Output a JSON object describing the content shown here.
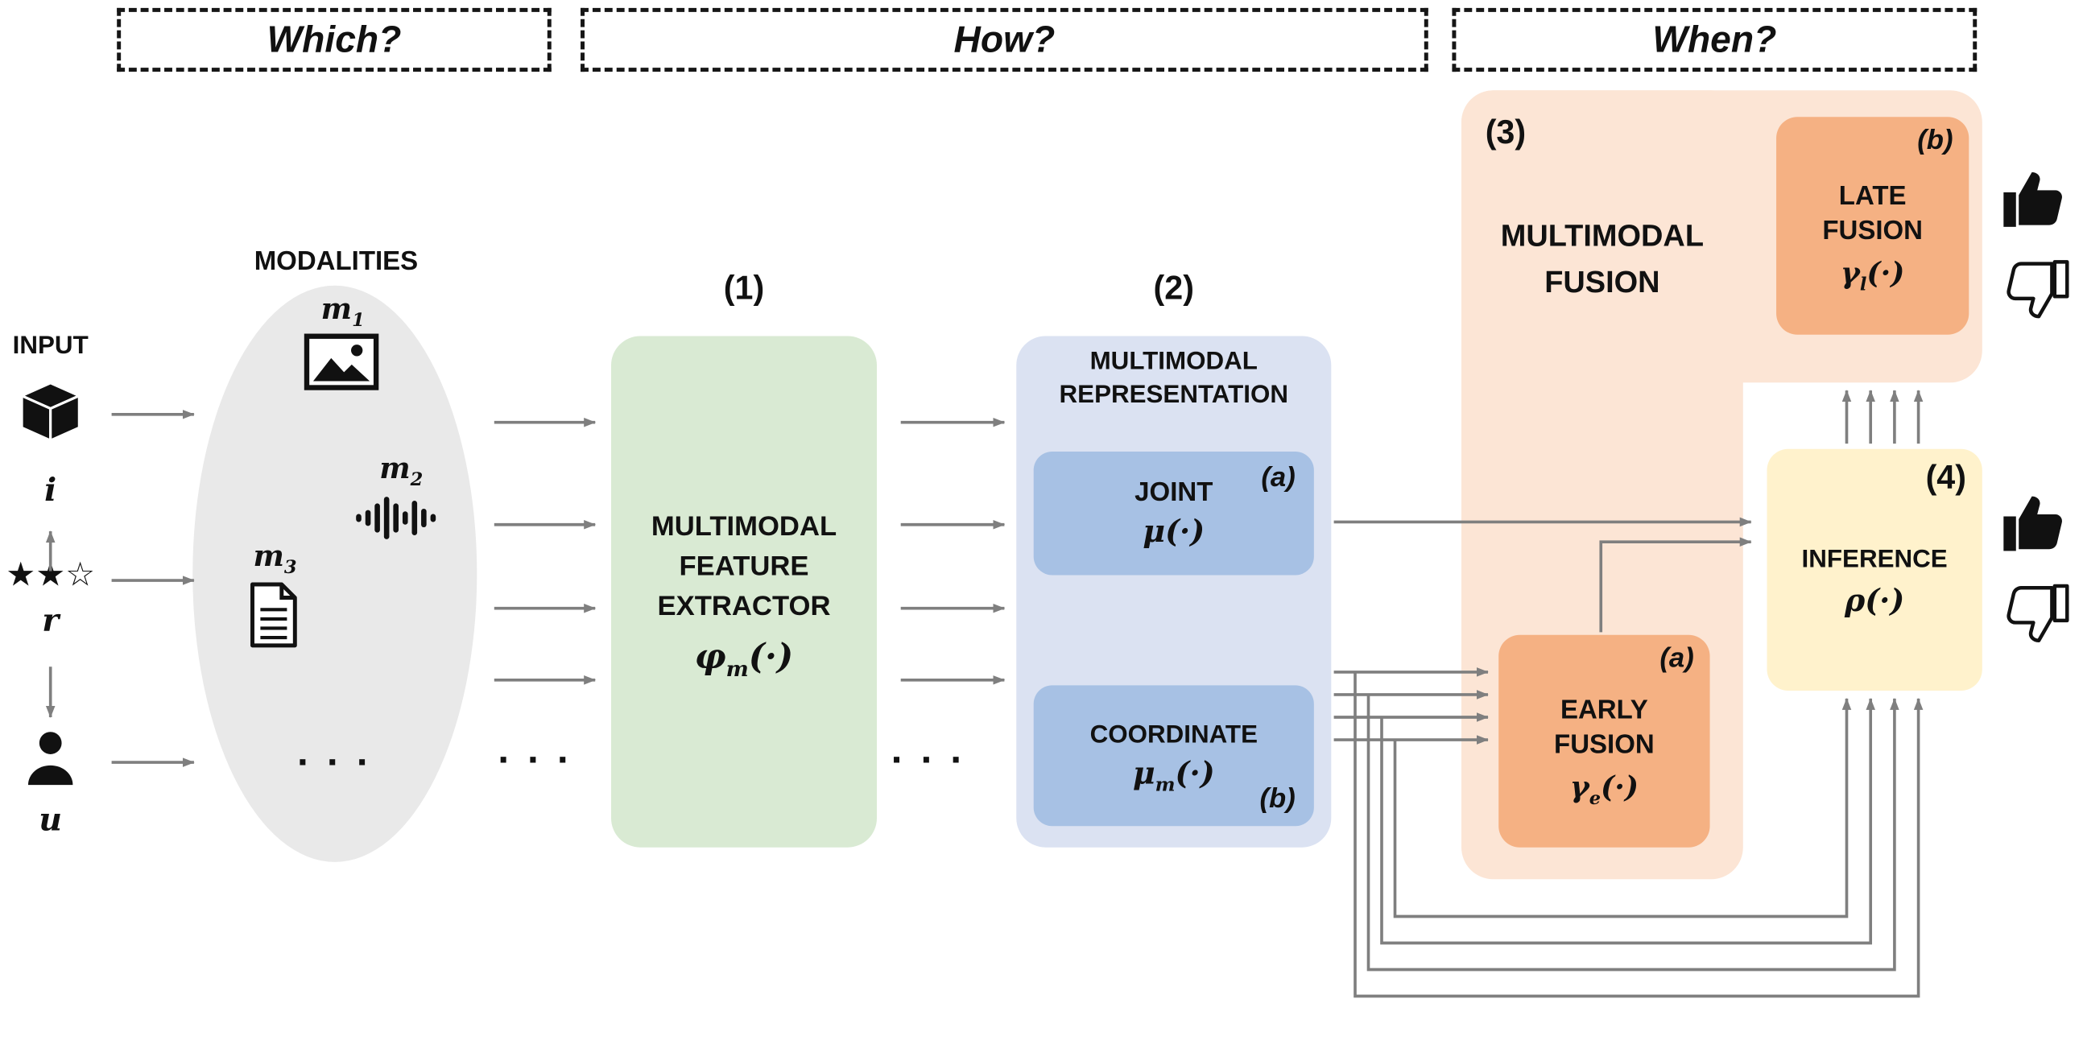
{
  "colors": {
    "green": "#d9ead3",
    "blue_light": "#dbe2f2",
    "blue": "#a7c1e4",
    "orange_light": "#fce5d5",
    "orange": "#f5b183",
    "yellow": "#fff2cc",
    "gray": "#e9e9e9",
    "arrow": "#7f7f7f",
    "ink": "#111111"
  },
  "questions": {
    "which": "Which?",
    "how": "How?",
    "when": "When?"
  },
  "input": {
    "label": "INPUT",
    "item_symbol": "i",
    "stars": "★★☆",
    "rating_symbol": "r",
    "user_symbol": "u"
  },
  "modalities": {
    "title": "MODALITIES",
    "m1": {
      "base": "m",
      "sub": "1"
    },
    "m2": {
      "base": "m",
      "sub": "2"
    },
    "m3": {
      "base": "m",
      "sub": "3"
    }
  },
  "ellipsis": "· · ·",
  "extractor": {
    "number": "(1)",
    "lines": [
      "MULTIMODAL",
      "FEATURE",
      "EXTRACTOR"
    ],
    "func": {
      "base": "φ",
      "sub": "m",
      "tail": "(·)"
    }
  },
  "representation": {
    "number": "(2)",
    "title_lines": [
      "MULTIMODAL",
      "REPRESENTATION"
    ],
    "joint": {
      "label": "JOINT",
      "tag": "(a)",
      "func": {
        "base": "μ",
        "sub": "",
        "tail": "(·)"
      }
    },
    "coordinate": {
      "label": "COORDINATE",
      "tag": "(b)",
      "func": {
        "base": "μ",
        "sub": "m",
        "tail": "(·)"
      }
    }
  },
  "fusion": {
    "number": "(3)",
    "title_lines": [
      "MULTIMODAL",
      "FUSION"
    ],
    "late": {
      "tag": "(b)",
      "lines": [
        "LATE",
        "FUSION"
      ],
      "func": {
        "base": "γ",
        "sub": "l",
        "tail": "(·)"
      }
    },
    "early": {
      "tag": "(a)",
      "lines": [
        "EARLY",
        "FUSION"
      ],
      "func": {
        "base": "γ",
        "sub": "e",
        "tail": "(·)"
      }
    }
  },
  "inference": {
    "number": "(4)",
    "label": "INFERENCE",
    "func": {
      "base": "ρ",
      "sub": "",
      "tail": "(·)"
    }
  },
  "icons": {
    "item": "package-box-icon",
    "rating": "star-rating",
    "user": "person-icon",
    "m1": "picture-icon",
    "m2": "audio-waveform-icon",
    "m3": "document-icon",
    "positive": "thumbs-up-icon",
    "negative": "thumbs-down-icon"
  }
}
